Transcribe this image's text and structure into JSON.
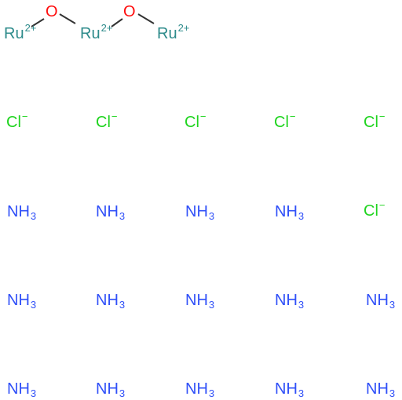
{
  "colors": {
    "ruthenium": "#2e8b8b",
    "oxygen": "#ff0d0d",
    "chlorine": "#1fd41f",
    "nitrogen": "#3050f8",
    "bond": "#333333"
  },
  "bridges": [
    {
      "element": "O",
      "label": "O"
    },
    {
      "element": "O",
      "label": "O"
    }
  ],
  "ruthenium_atoms": [
    {
      "symbol": "Ru",
      "charge": "2+"
    },
    {
      "symbol": "Ru",
      "charge": "2+"
    },
    {
      "symbol": "Ru",
      "charge": "2+"
    }
  ],
  "chloride_ions": [
    {
      "symbol": "Cl",
      "charge": "−"
    },
    {
      "symbol": "Cl",
      "charge": "−"
    },
    {
      "symbol": "Cl",
      "charge": "−"
    },
    {
      "symbol": "Cl",
      "charge": "−"
    },
    {
      "symbol": "Cl",
      "charge": "−"
    },
    {
      "symbol": "Cl",
      "charge": "−"
    }
  ],
  "ammonia_ligands": [
    {
      "symbol": "NH",
      "subscript": "3"
    },
    {
      "symbol": "NH",
      "subscript": "3"
    },
    {
      "symbol": "NH",
      "subscript": "3"
    },
    {
      "symbol": "NH",
      "subscript": "3"
    },
    {
      "symbol": "NH",
      "subscript": "3"
    },
    {
      "symbol": "NH",
      "subscript": "3"
    },
    {
      "symbol": "NH",
      "subscript": "3"
    },
    {
      "symbol": "NH",
      "subscript": "3"
    },
    {
      "symbol": "NH",
      "subscript": "3"
    },
    {
      "symbol": "NH",
      "subscript": "3"
    },
    {
      "symbol": "NH",
      "subscript": "3"
    },
    {
      "symbol": "NH",
      "subscript": "3"
    },
    {
      "symbol": "NH",
      "subscript": "3"
    },
    {
      "symbol": "NH",
      "subscript": "3"
    }
  ]
}
